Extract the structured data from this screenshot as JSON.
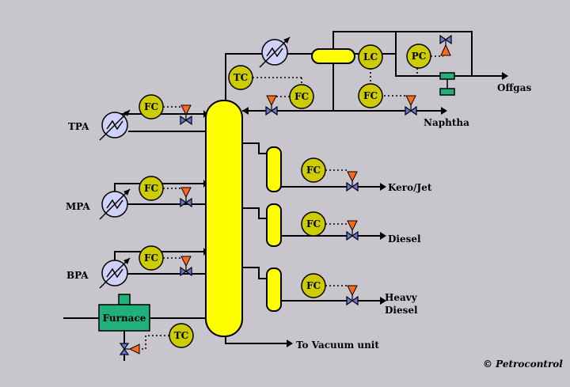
{
  "colors": {
    "background": "#c9c5cc",
    "vessel": "#ffff00",
    "controller": "#cccc00",
    "valve_body": "#6677dd",
    "actuator": "#ff6a1a",
    "exchanger": "#cfd2f8",
    "furnace": "#22b07a"
  },
  "icons": {
    "exchanger": "heat-exchanger-icon",
    "valve": "control-valve-icon"
  },
  "labels": {
    "tpa": "TPA",
    "mpa": "MPA",
    "bpa": "BPA",
    "furnace": "Furnace",
    "offgas": "Offgas",
    "naphtha": "Naphtha",
    "kerojet": "Kero/Jet",
    "diesel": "Diesel",
    "heavy_diesel_1": "Heavy",
    "heavy_diesel_2": "Diesel",
    "vacuum": "To Vacuum unit",
    "copyright": "© Petrocontrol"
  },
  "controllers": {
    "fc": "FC",
    "tc": "TC",
    "lc": "LC",
    "pc": "PC"
  }
}
